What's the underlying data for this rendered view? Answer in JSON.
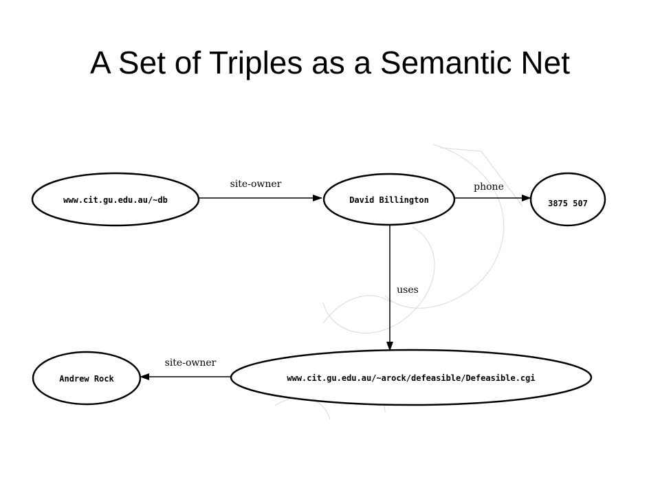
{
  "slide": {
    "title": "A Set of Triples as a Semantic Net"
  },
  "diagram": {
    "nodes": {
      "site_db": "www.cit.gu.edu.au/~db",
      "david": "David Billington",
      "phone_number": "3875 507",
      "andrew": "Andrew Rock",
      "defeasible_cgi": "www.cit.gu.edu.au/~arock/defeasible/Defeasible.cgi"
    },
    "edges": {
      "site_owner_top": "site-owner",
      "phone": "phone",
      "uses": "uses",
      "site_owner_bottom": "site-owner"
    },
    "colors": {
      "stroke": "#000000",
      "background": "#ffffff",
      "watermark": "#d8d8d8"
    }
  }
}
